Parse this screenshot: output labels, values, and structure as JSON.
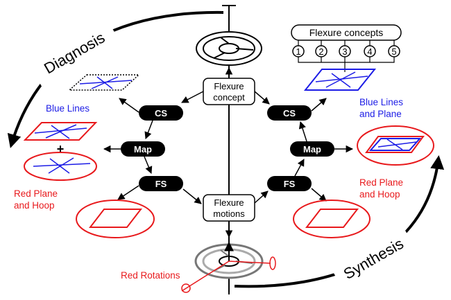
{
  "title_left": "Diagnosis",
  "title_right": "Synthesis",
  "center_top": {
    "line1": "Flexure",
    "line2": "concept"
  },
  "center_bottom": {
    "line1": "Flexure",
    "line2": "motions"
  },
  "left_flow": {
    "cs": "CS",
    "map": "Map",
    "fs": "FS"
  },
  "right_flow": {
    "cs": "CS",
    "map": "Map",
    "fs": "FS"
  },
  "concepts": {
    "title": "Flexure concepts",
    "numbers": [
      "1",
      "2",
      "3",
      "4",
      "5"
    ]
  },
  "labels": {
    "blue_lines": "Blue Lines",
    "blue_lines_plane_1": "Blue Lines",
    "blue_lines_plane_2": "and Plane",
    "red_plane_hoop_left_1": "Red Plane",
    "red_plane_hoop_left_2": "and Hoop",
    "red_plane_hoop_right_1": "Red Plane",
    "red_plane_hoop_right_2": "and Hoop",
    "red_rotations": "Red Rotations",
    "plus": "+"
  },
  "colors": {
    "red": "#e8191c",
    "blue": "#1c1ce6",
    "black": "#000000",
    "gray": "#888888"
  }
}
